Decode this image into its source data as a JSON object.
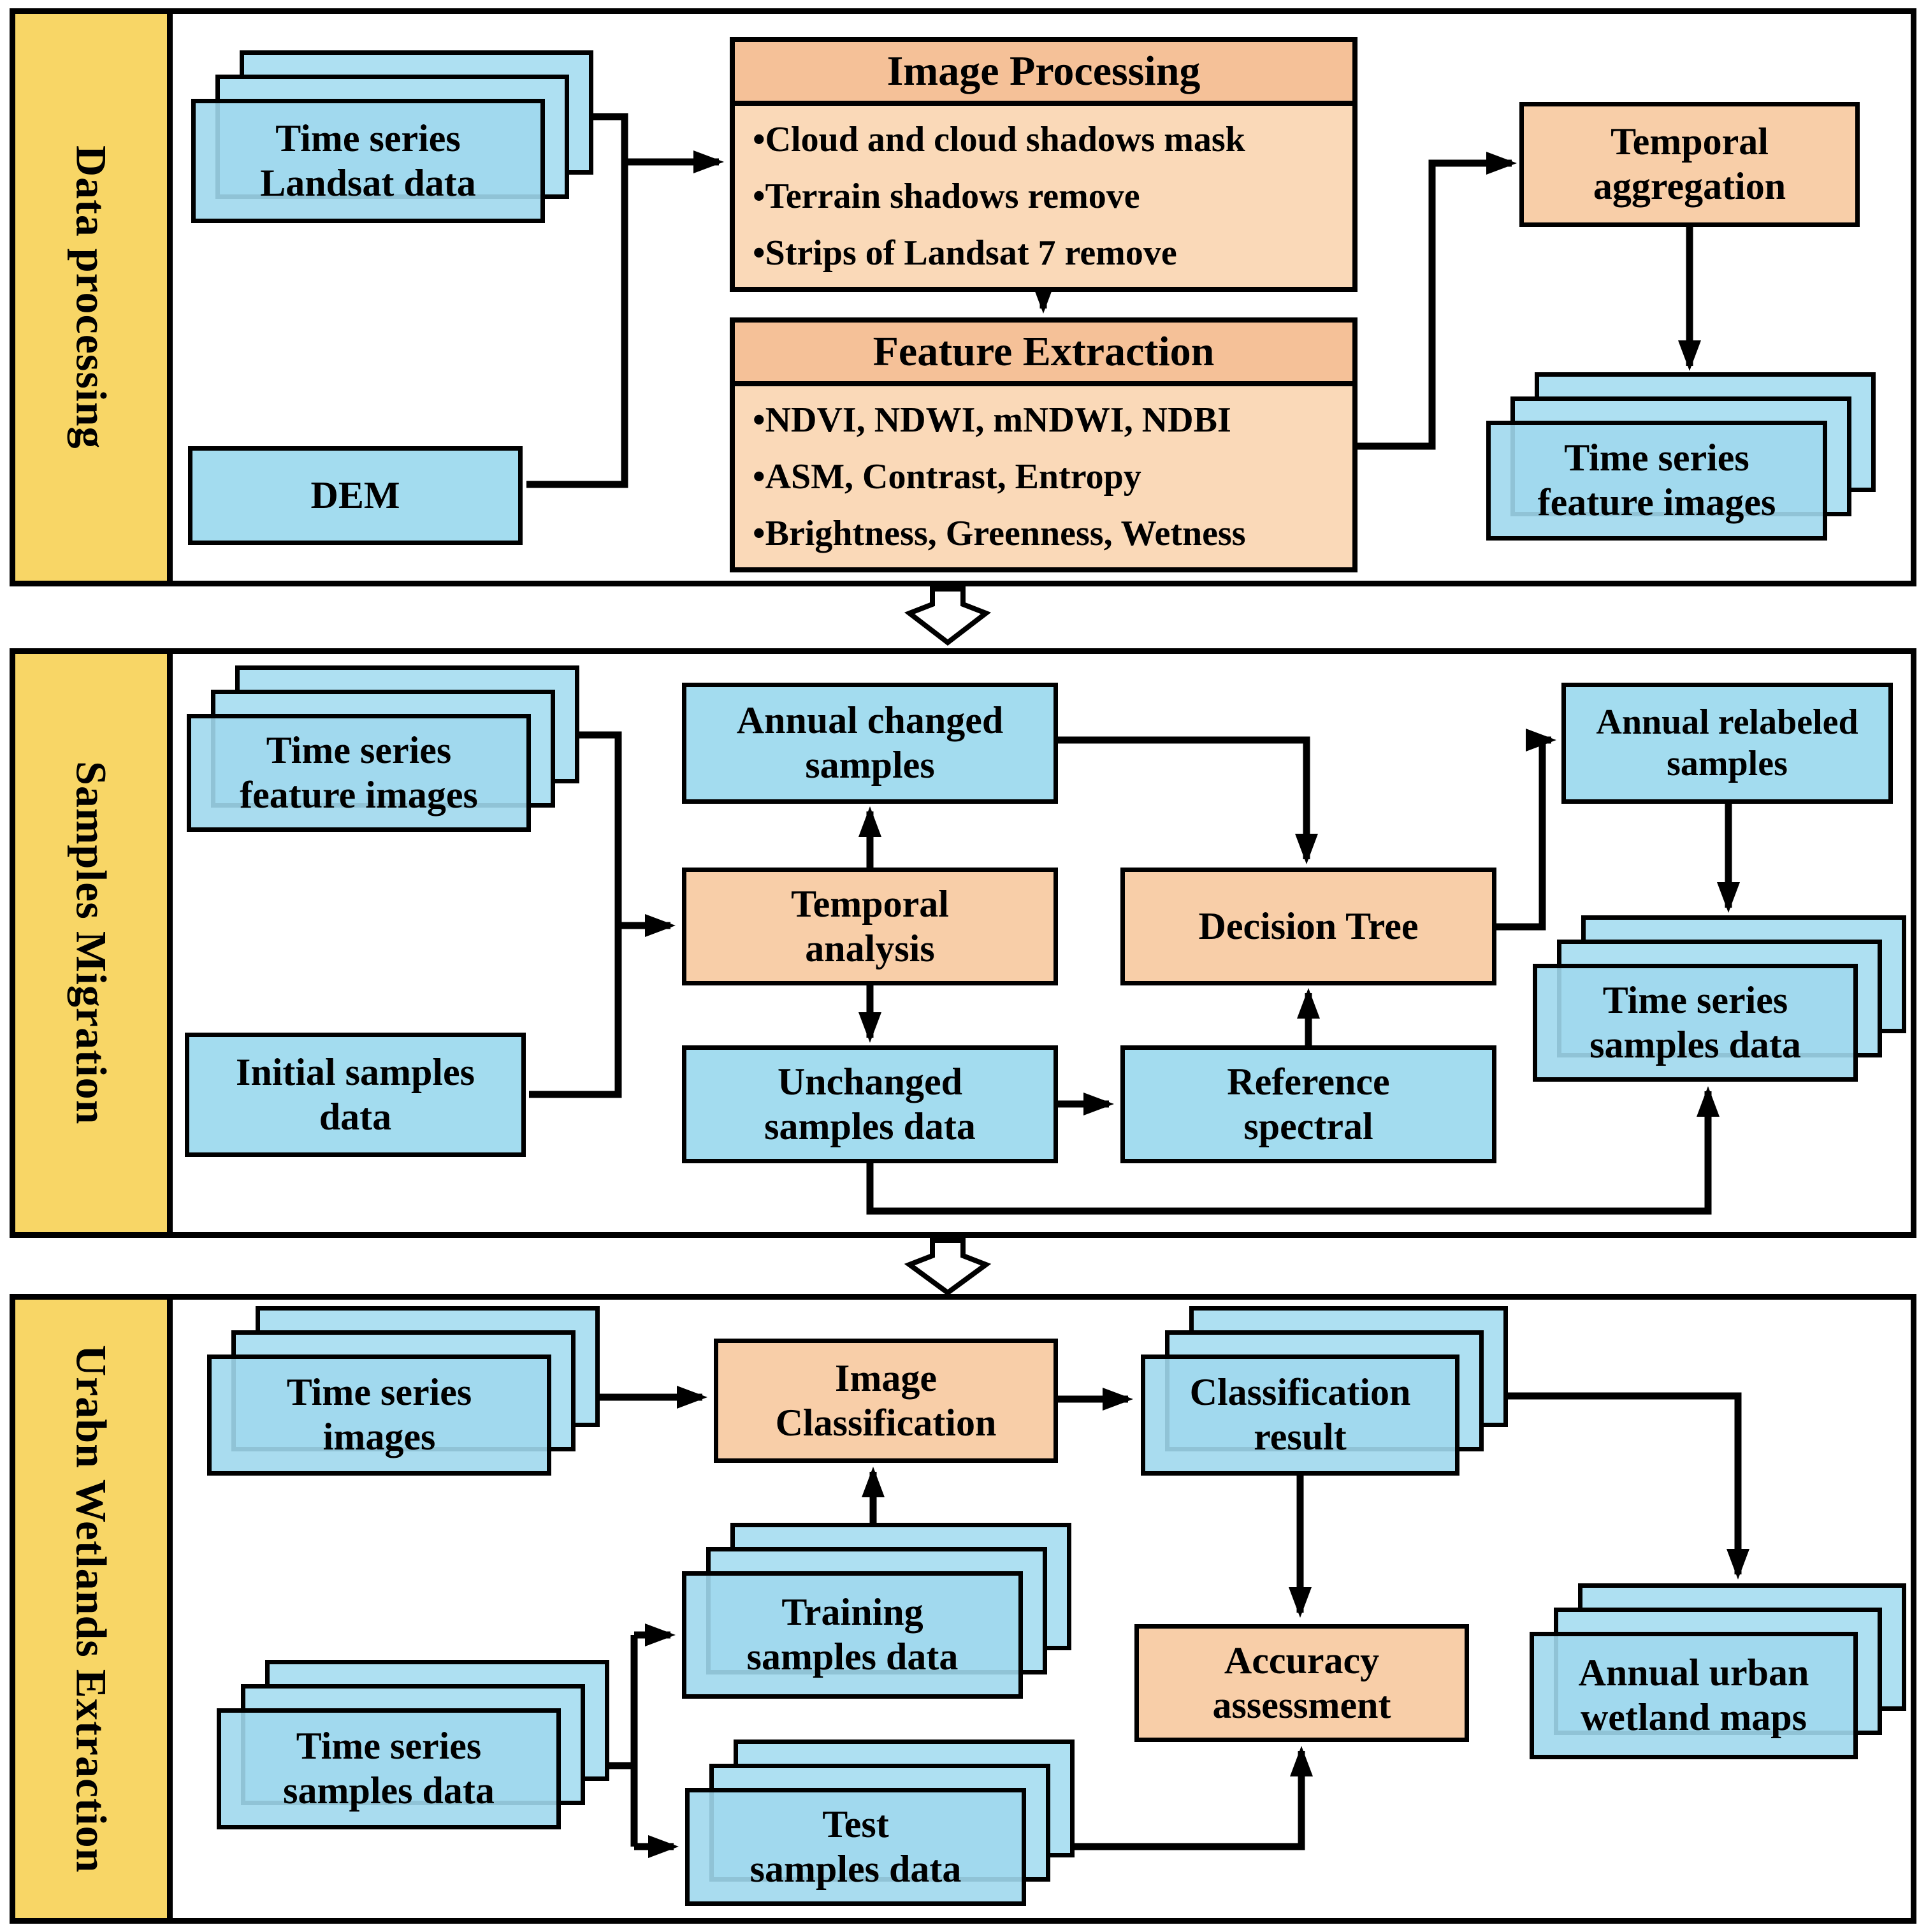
{
  "figure_type": "flowchart",
  "colors": {
    "section_label_bg": "#F8D666",
    "process_box": "#F8CEA8",
    "process_header": "#F5C198",
    "process_body": "#FAD9B8",
    "data_box": "#A3DCEF",
    "data_box_back": "#AEE0F2",
    "line": "#000000"
  },
  "sections": {
    "data_processing": {
      "label": "Data processing",
      "boxes": {
        "landsat": "Time series\nLandsat data",
        "dem": "DEM",
        "image_processing": {
          "title": "Image Processing",
          "bullets": [
            "•Cloud and cloud shadows mask",
            "•Terrain shadows remove",
            "•Strips of Landsat 7 remove"
          ]
        },
        "feature_extraction": {
          "title": "Feature Extraction",
          "bullets": [
            "•NDVI, NDWI, mNDWI, NDBI",
            "•ASM, Contrast, Entropy",
            "•Brightness, Greenness, Wetness"
          ]
        },
        "temporal_aggregation": "Temporal\naggregation",
        "ts_feature_images": "Time series\nfeature images"
      }
    },
    "samples_migration": {
      "label": "Samples Migration",
      "boxes": {
        "ts_feature_images": "Time series\nfeature images",
        "initial_samples": "Initial samples\ndata",
        "annual_changed": "Annual changed\nsamples",
        "temporal_analysis": "Temporal\nanalysis",
        "unchanged_samples": "Unchanged\nsamples data",
        "decision_tree": "Decision Tree",
        "reference_spectral": "Reference\nspectral",
        "annual_relabeled": "Annual relabeled\nsamples",
        "ts_samples_data": "Time series\nsamples data"
      }
    },
    "urban_wetlands_extraction": {
      "label": "Urabn Wetlands Extraction",
      "boxes": {
        "ts_images": "Time series\nimages",
        "ts_samples_data": "Time series\nsamples data",
        "image_classification": "Image\nClassification",
        "training_samples": "Training\nsamples data",
        "test_samples": "Test\nsamples data",
        "classification_result": "Classification\nresult",
        "accuracy_assessment": "Accuracy\nassessment",
        "annual_urban_wetland_maps": "Annual urban\nwetland maps"
      }
    }
  }
}
